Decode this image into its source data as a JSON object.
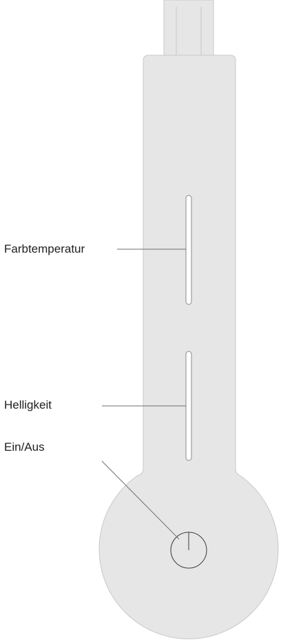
{
  "labels": {
    "color_temperature": "Farbtemperatur",
    "brightness": "Helligkeit",
    "power": "Ein/Aus"
  },
  "colors": {
    "body_fill": "#e6e6e6",
    "body_stroke": "#c8c8c8",
    "slot_fill": "#ffffff",
    "slot_stroke": "#8a8a8a",
    "leader_line": "#6e6e6e",
    "label_text": "#1e1e1e"
  },
  "icons": {
    "power": "power-icon"
  }
}
